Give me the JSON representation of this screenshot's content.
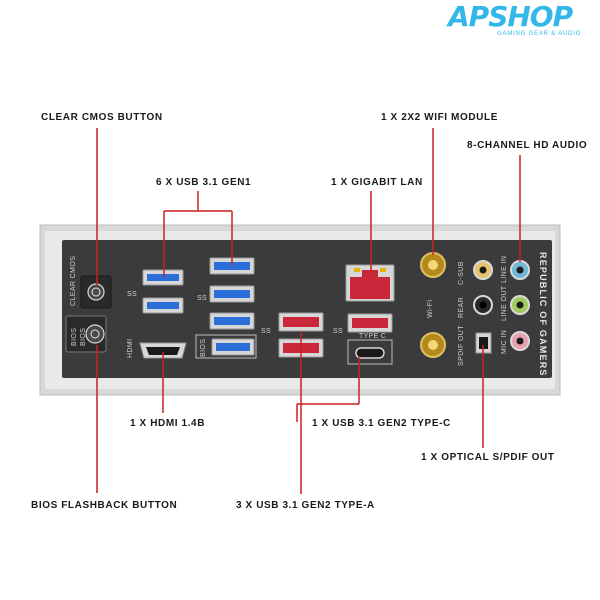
{
  "brand": {
    "logo": "APSHOP",
    "tagline": "GAMING GEAR & AUDIO"
  },
  "labels": {
    "clear_cmos": "CLEAR CMOS BUTTON",
    "usb31_gen1": "6 X USB 3.1 GEN1",
    "gigabit_lan": "1 X GIGABIT LAN",
    "wifi_module": "1 X 2X2 WIFI MODULE",
    "hd_audio": "8-CHANNEL HD AUDIO",
    "hdmi": "1 X HDMI 1.4B",
    "usb31_gen2_typec": "1 X USB 3.1 GEN2 TYPE-C",
    "optical_spdif": "1 X OPTICAL S/PDIF OUT",
    "bios_flashback": "BIOS FLASHBACK BUTTON",
    "usb31_gen2_typea": "3 X USB 3.1 GEN2 TYPE-A"
  },
  "panel_text": {
    "clear_cmos": "CLEAR CMOS",
    "bios_side": "BIOS",
    "bios_button": "BIOS",
    "hdmi": "HDMI",
    "bios_usb": "BIOS",
    "type_c": "TYPE C",
    "wifi": "Wi-Fi",
    "c_sub": "C-SUB",
    "rear": "REAR",
    "spdif_out": "SPDIF OUT",
    "line_in": "LINE IN",
    "line_out": "LINE OUT",
    "mic_in": "MIC IN",
    "rog": "REPUBLIC OF GAMERS",
    "ss_logo": "SS"
  },
  "colors": {
    "accent_red": "#cc1f1f",
    "panel_dark": "#3b3b3d",
    "usb_blue": "#2d6fd8",
    "usb_red": "#c8283a",
    "logo_blue": "#33b7e8"
  }
}
